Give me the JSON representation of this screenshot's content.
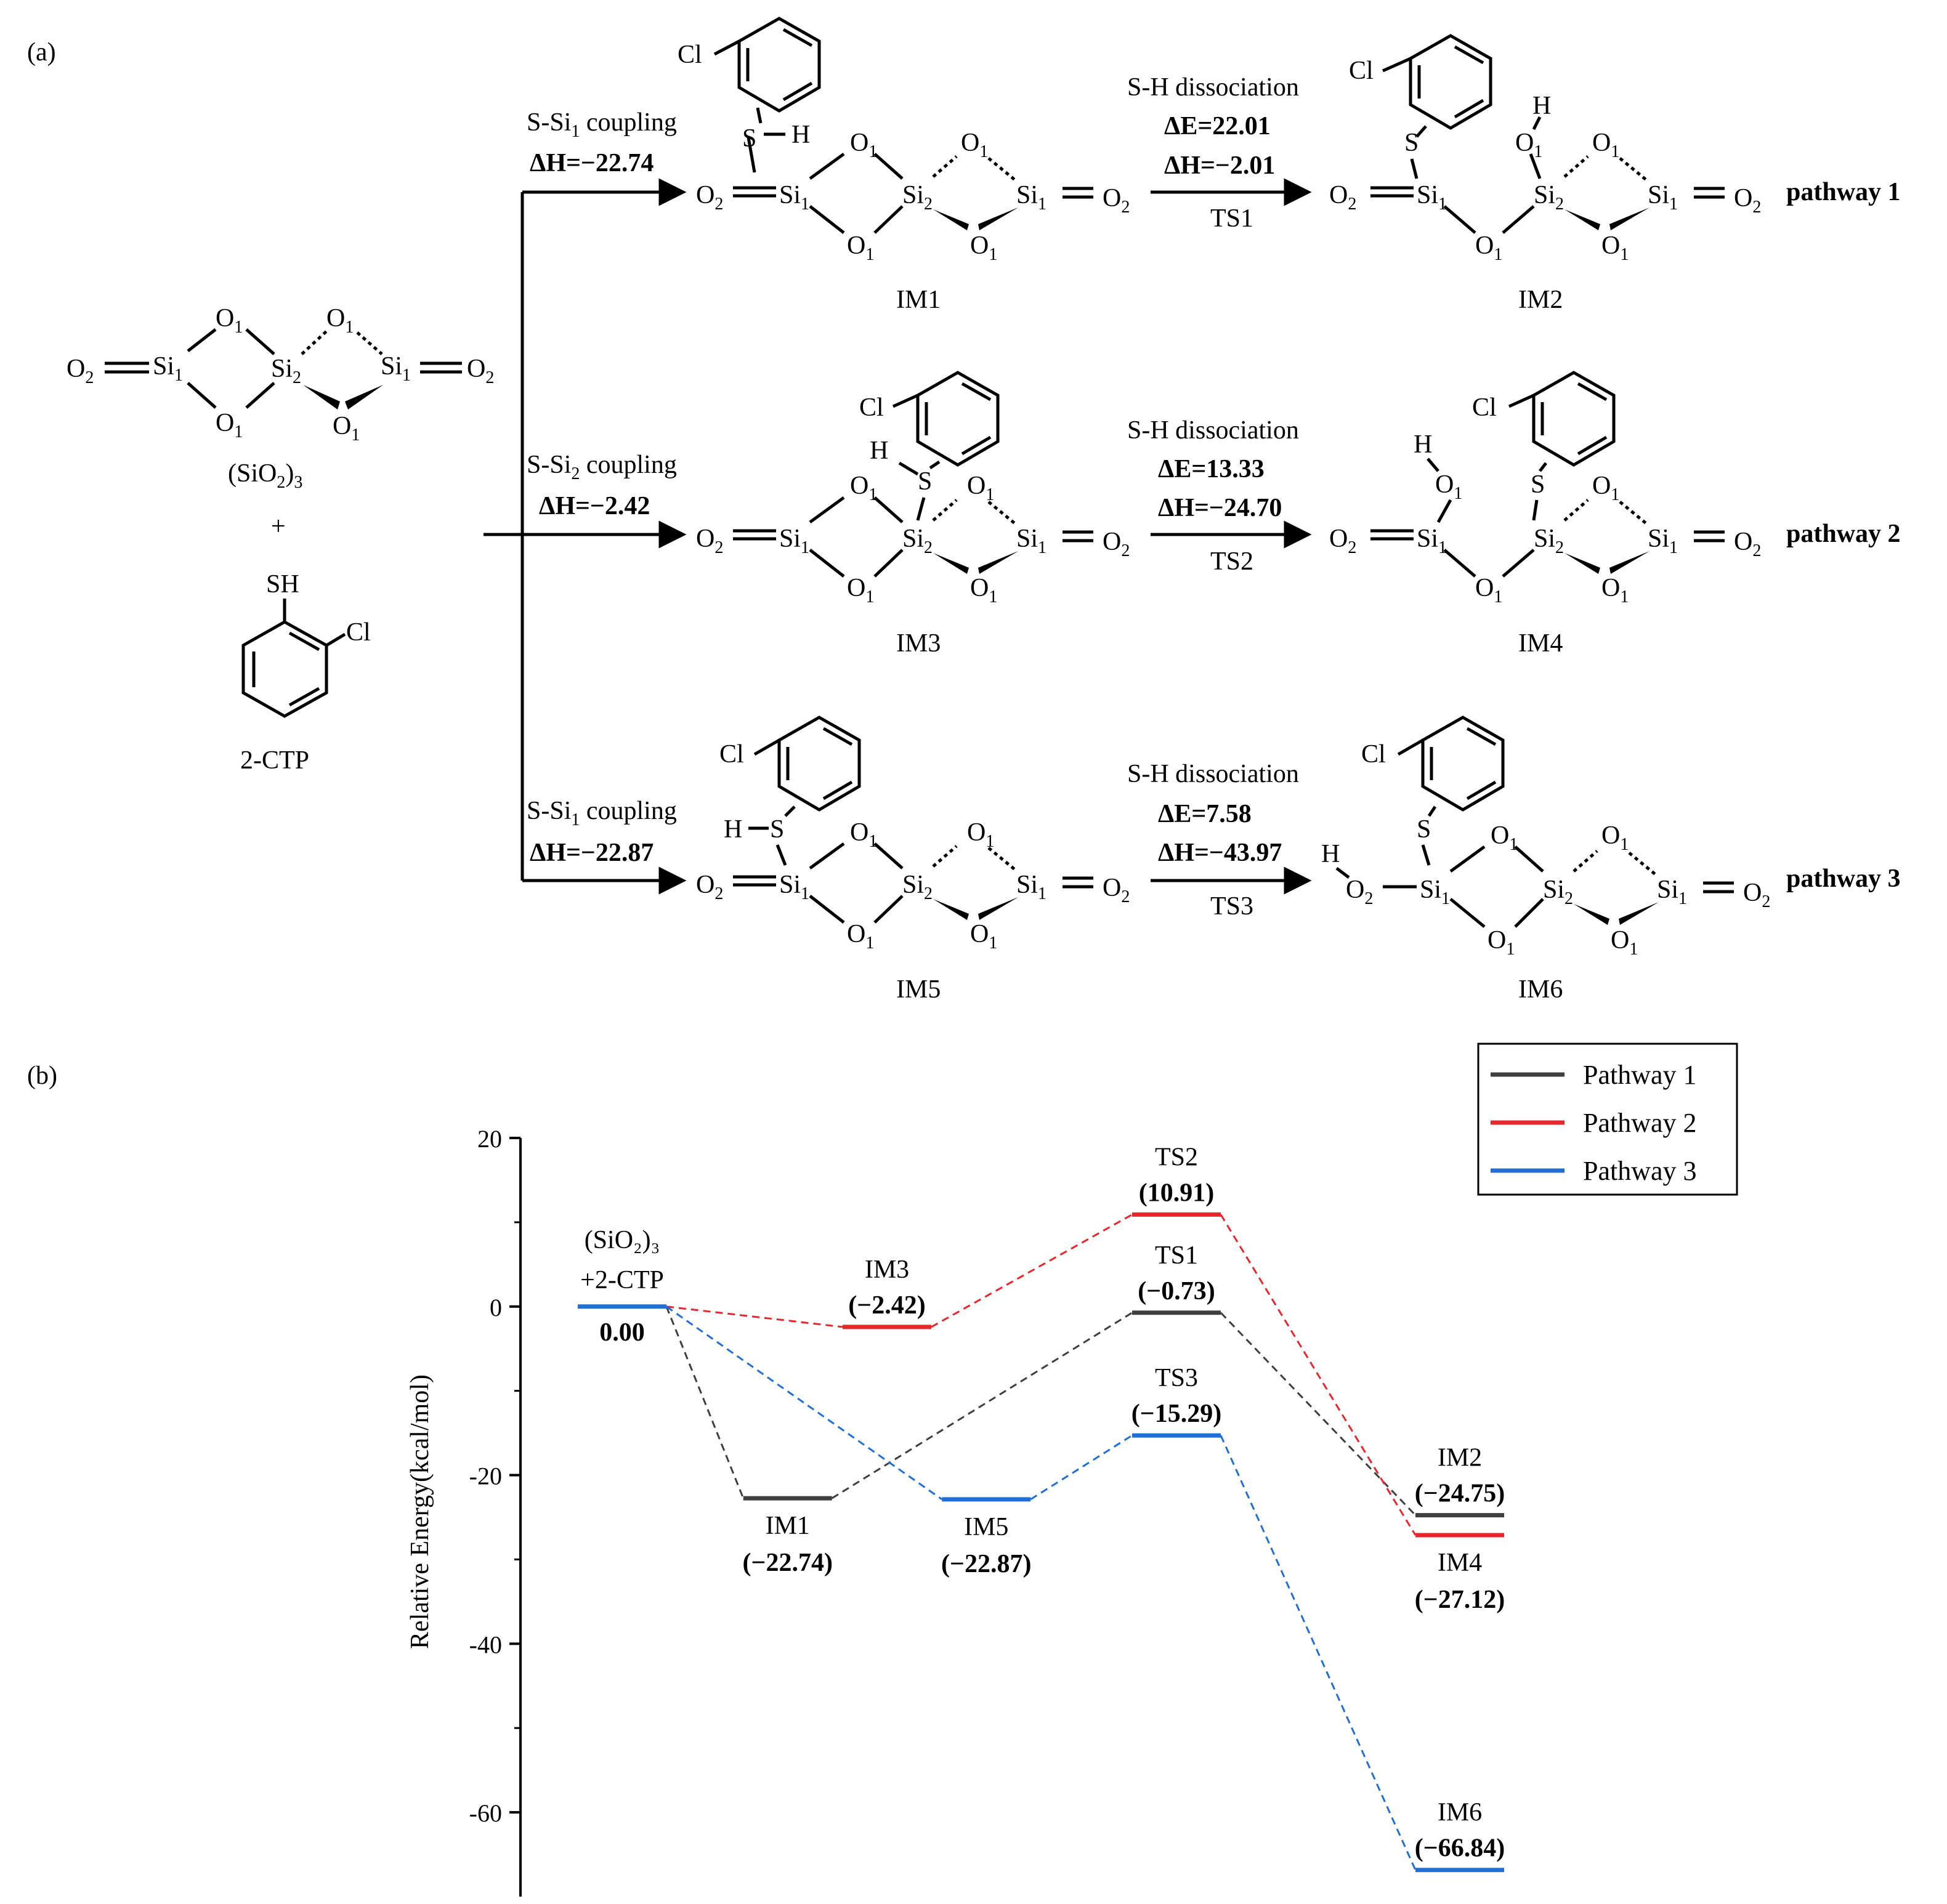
{
  "panel_labels": {
    "a": "(a)",
    "b": "(b)"
  },
  "reactants": {
    "cluster_label": "(SiO",
    "cluster_sub2": "2",
    "cluster_close": ")",
    "cluster_sub3": "3",
    "plus": "+",
    "thiol_group": "SH",
    "chloro": "Cl",
    "ctp_label": "2-CTP"
  },
  "atoms": {
    "Si": "Si",
    "O": "O",
    "S": "S",
    "H": "H",
    "Cl": "Cl",
    "sub1": "1",
    "sub2": "2"
  },
  "pathways": [
    {
      "label": "pathway 1",
      "coupling_prefix": "S-Si",
      "coupling_sub": "1",
      "coupling_suffix": " coupling",
      "coupling_dH": "ΔH=−22.74",
      "dissociation": "S-H dissociation",
      "dE": "ΔE=22.01",
      "dH": "ΔH=−2.01",
      "ts": "TS1",
      "intermediate": "IM1",
      "product": "IM2"
    },
    {
      "label": "pathway 2",
      "coupling_prefix": "S-Si",
      "coupling_sub": "2",
      "coupling_suffix": " coupling",
      "coupling_dH": "ΔH=−2.42",
      "dissociation": "S-H dissociation",
      "dE": "ΔE=13.33",
      "dH": "ΔH=−24.70",
      "ts": "TS2",
      "intermediate": "IM3",
      "product": "IM4"
    },
    {
      "label": "pathway 3",
      "coupling_prefix": "S-Si",
      "coupling_sub": "1",
      "coupling_suffix": " coupling",
      "coupling_dH": "ΔH=−22.87",
      "dissociation": "S-H dissociation",
      "dE": "ΔE=7.58",
      "dH": "ΔH=−43.97",
      "ts": "TS3",
      "intermediate": "IM5",
      "product": "IM6"
    }
  ],
  "chart_data": {
    "type": "line",
    "ylabel": "Relative Energy(kcal/mol)",
    "ylim": [
      -70,
      20
    ],
    "yticks": [
      20,
      0,
      -20,
      -40,
      -60
    ],
    "legend_position": "top-right",
    "legend": [
      {
        "name": "Pathway 1",
        "color": "#3f3f3f"
      },
      {
        "name": "Pathway 2",
        "color": "#e8262b"
      },
      {
        "name": "Pathway 3",
        "color": "#1f6fd6"
      }
    ],
    "stages": [
      0,
      1,
      2,
      3
    ],
    "levels": [
      {
        "name_line1": "(SiO₂)₃",
        "name_line2": "+2-CTP",
        "value_text": "0.00",
        "value": 0.0,
        "stage": 0,
        "series": 2,
        "label_pos": "above-stacked"
      },
      {
        "name_line1": "IM1",
        "value_text": "(−22.74)",
        "value": -22.74,
        "stage": 1,
        "offset": -0.75,
        "series": 0,
        "label_pos": "below"
      },
      {
        "name_line1": "IM3",
        "value_text": "(−2.42)",
        "value": -2.42,
        "stage": 1,
        "offset": 0,
        "series": 1,
        "label_pos": "above"
      },
      {
        "name_line1": "IM5",
        "value_text": "(−22.87)",
        "value": -22.87,
        "stage": 1,
        "offset": 0.75,
        "series": 2,
        "label_pos": "below"
      },
      {
        "name_line1": "TS1",
        "value_text": "(−0.73)",
        "value": -0.73,
        "stage": 2,
        "series": 0,
        "label_pos": "above"
      },
      {
        "name_line1": "TS2",
        "value_text": "(10.91)",
        "value": 10.91,
        "stage": 2,
        "series": 1,
        "label_pos": "above"
      },
      {
        "name_line1": "TS3",
        "value_text": "(−15.29)",
        "value": -15.29,
        "stage": 2,
        "series": 2,
        "label_pos": "above"
      },
      {
        "name_line1": "IM2",
        "value_text": "(−24.75)",
        "value": -24.75,
        "stage": 3,
        "series": 0,
        "label_pos": "above"
      },
      {
        "name_line1": "IM4",
        "value_text": "(−27.12)",
        "value": -27.12,
        "stage": 3,
        "series": 1,
        "label_pos": "below"
      },
      {
        "name_line1": "IM6",
        "value_text": "(−66.84)",
        "value": -66.84,
        "stage": 3,
        "series": 2,
        "label_pos": "above"
      }
    ],
    "series": [
      {
        "name": "Pathway 1",
        "color": "#3f3f3f",
        "path": [
          "0.00",
          "IM1",
          "TS1",
          "IM2"
        ]
      },
      {
        "name": "Pathway 2",
        "color": "#e8262b",
        "path": [
          "0.00",
          "IM3",
          "TS2",
          "IM4"
        ]
      },
      {
        "name": "Pathway 3",
        "color": "#1f6fd6",
        "path": [
          "0.00",
          "IM5",
          "TS3",
          "IM6"
        ]
      }
    ]
  }
}
